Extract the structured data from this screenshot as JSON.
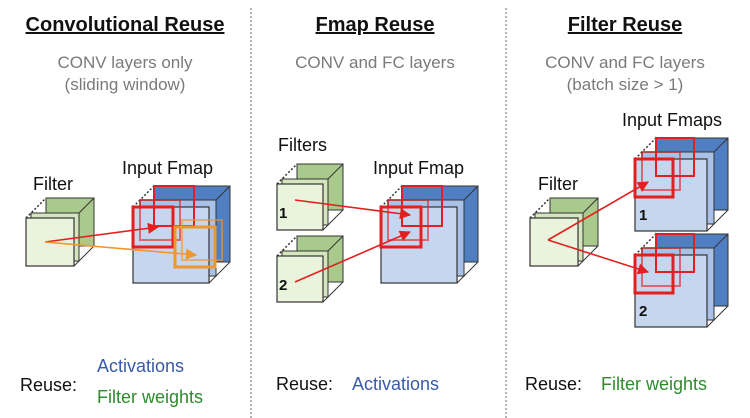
{
  "panels": [
    {
      "title": "Convolutional Reuse",
      "subtitle_lines": [
        "CONV layers only",
        "(sliding window)"
      ],
      "filter_label": "Filter",
      "fmap_label": "Input Fmap",
      "reuse_label": "Reuse:",
      "reuse_items": [
        "Activations",
        "Filter weights"
      ]
    },
    {
      "title": "Fmap Reuse",
      "subtitle_lines": [
        "CONV and FC layers"
      ],
      "filter_label": "Filters",
      "fmap_label": "Input Fmap",
      "filter_numbers": [
        "1",
        "2"
      ],
      "reuse_label": "Reuse:",
      "reuse_items": [
        "Activations"
      ]
    },
    {
      "title": "Filter Reuse",
      "subtitle_lines": [
        "CONV and FC layers",
        "(batch size > 1)"
      ],
      "filter_label": "Filter",
      "fmap_label": "Input Fmaps",
      "fmap_numbers": [
        "1",
        "2"
      ],
      "reuse_label": "Reuse:",
      "reuse_items": [
        "Filter weights"
      ]
    }
  ],
  "colors": {
    "activations": "#3a5aa8",
    "filter_weights": "#2e8b2e",
    "filter_face": "#eaf3dc",
    "filter_back": "#aac98c",
    "fmap_face": "#c5d6ee",
    "fmap_back": "#4f7fc0",
    "window_red": "#e32020",
    "window_orange": "#f0962a"
  }
}
